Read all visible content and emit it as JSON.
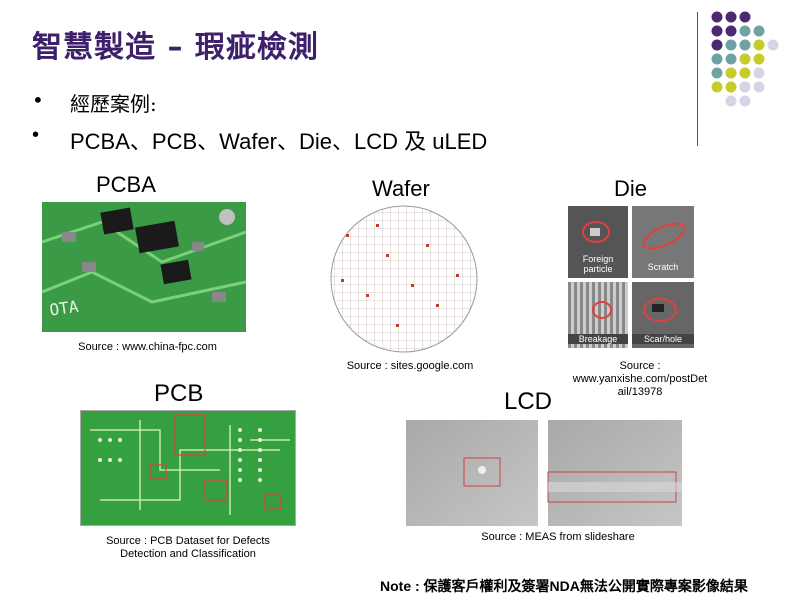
{
  "slide": {
    "title": "智慧製造 – 瑕疵檢測",
    "bullets": [
      {
        "mark": "•",
        "text": "經歷案例:"
      },
      {
        "mark": "•",
        "text": "PCBA、PCB、Wafer、Die、LCD 及 uLED"
      }
    ],
    "panels": {
      "pcba": {
        "label": "PCBA",
        "source": "Source : www.china-fpc.com"
      },
      "wafer": {
        "label": "Wafer",
        "source": "Source : sites.google.com"
      },
      "die": {
        "label": "Die",
        "tiles": [
          "Foreign particle",
          "Scratch",
          "Breakage",
          "Scar/hole"
        ],
        "source_line1": "Source :",
        "source_line2": "www.yanxishe.com/postDet",
        "source_line3": "ail/13978"
      },
      "pcb": {
        "label": "PCB",
        "source_line1": "Source : PCB Dataset for Defects",
        "source_line2": "Detection and Classification"
      },
      "lcd": {
        "label": "LCD",
        "source": "Source : MEAS from slideshare"
      }
    },
    "pcba_board_text": "OTA",
    "note": "Note : 保護客戶權利及簽署NDA無法公開實際專案影像結果",
    "colors": {
      "title": "#3d1f6b",
      "purple": "#4b2a72",
      "teal": "#6fa3a3",
      "olive": "#c6cc2a",
      "lavender": "#d6d4e6"
    }
  }
}
